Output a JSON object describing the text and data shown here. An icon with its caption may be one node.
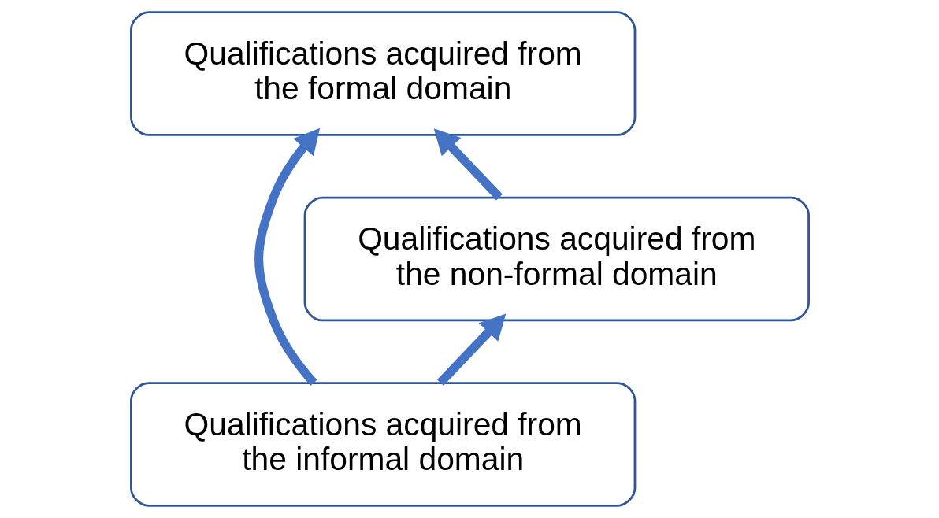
{
  "diagram": {
    "nodes": [
      {
        "text": [
          "Qualifications acquired from the formal domain"
        ]
      },
      {
        "text": [
          "Qualifications acquired from the non-formal domain"
        ]
      },
      {
        "text": [
          "Qualifications acquired from the informal domain"
        ]
      }
    ],
    "edges": [
      {
        "from": 2,
        "to": 0,
        "arrow": "to"
      },
      {
        "from": 2,
        "to": 1,
        "arrow": "to"
      },
      {
        "from": 1,
        "to": 0,
        "arrow": "to"
      }
    ]
  }
}
